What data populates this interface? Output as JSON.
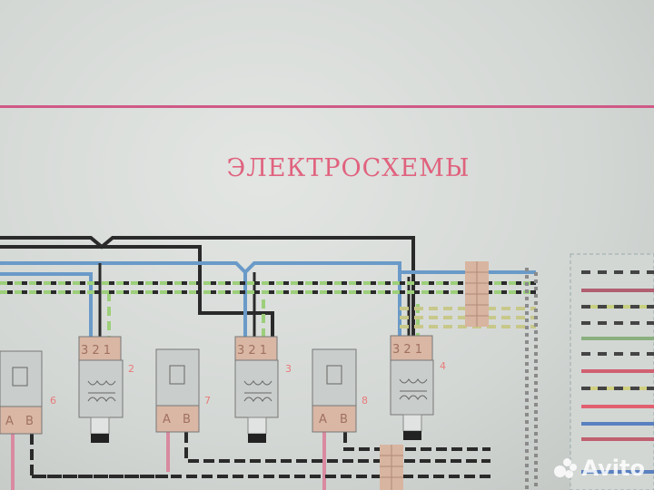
{
  "page": {
    "title": "ЭЛЕКТРОСХЕМЫ"
  },
  "components": {
    "sensors": [
      {
        "label": "6",
        "pin_a": "A",
        "pin_b": "B"
      },
      {
        "label": "7",
        "pin_a": "A",
        "pin_b": "B"
      },
      {
        "label": "8",
        "pin_a": "A",
        "pin_b": "B"
      }
    ],
    "coils": [
      {
        "label": "2",
        "pins": "3 2 1"
      },
      {
        "label": "3",
        "pins": "3 2 1"
      },
      {
        "label": "4",
        "pins": "3 2 1"
      }
    ]
  },
  "colors": {
    "title": "#e0627e",
    "rule": "#cf5a86",
    "wire_black": "#2a2a2a",
    "wire_blue": "#6a9ac8",
    "wire_green": "#9ccf7a",
    "wire_pink": "#d98aa0",
    "connector": "#d8b5a0"
  },
  "watermark": {
    "text": "Avito"
  }
}
